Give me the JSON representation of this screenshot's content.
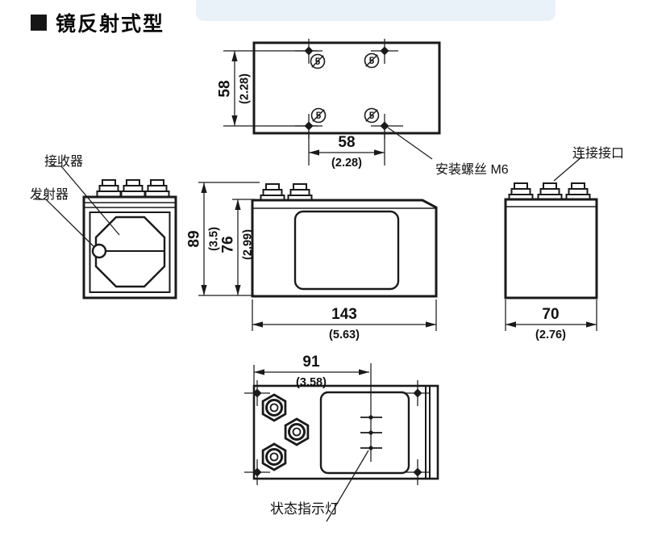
{
  "title": {
    "text": "镜反射式型"
  },
  "labels": {
    "receiver": "接收器",
    "emitter": "发射器",
    "mounting_screw": "安装螺丝 M6",
    "connector": "连接接口",
    "status_light": "状态指示灯"
  },
  "dims": {
    "top_height": {
      "mm": "58",
      "inch": "(2.28)"
    },
    "top_width": {
      "mm": "58",
      "inch": "(2.28)"
    },
    "side_total_height": {
      "mm": "89",
      "inch": "(3.5)"
    },
    "side_body_height": {
      "mm": "76",
      "inch": "(2.99)"
    },
    "side_width": {
      "mm": "143",
      "inch": "(5.63)"
    },
    "back_width": {
      "mm": "70",
      "inch": "(2.76)"
    },
    "bottom_width": {
      "mm": "91",
      "inch": "(3.58)"
    }
  },
  "markers": {
    "hole_diameter": "5"
  },
  "colors": {
    "line": "#1a1a1a",
    "background": "#ffffff",
    "artifact": "#e9f2f9"
  }
}
